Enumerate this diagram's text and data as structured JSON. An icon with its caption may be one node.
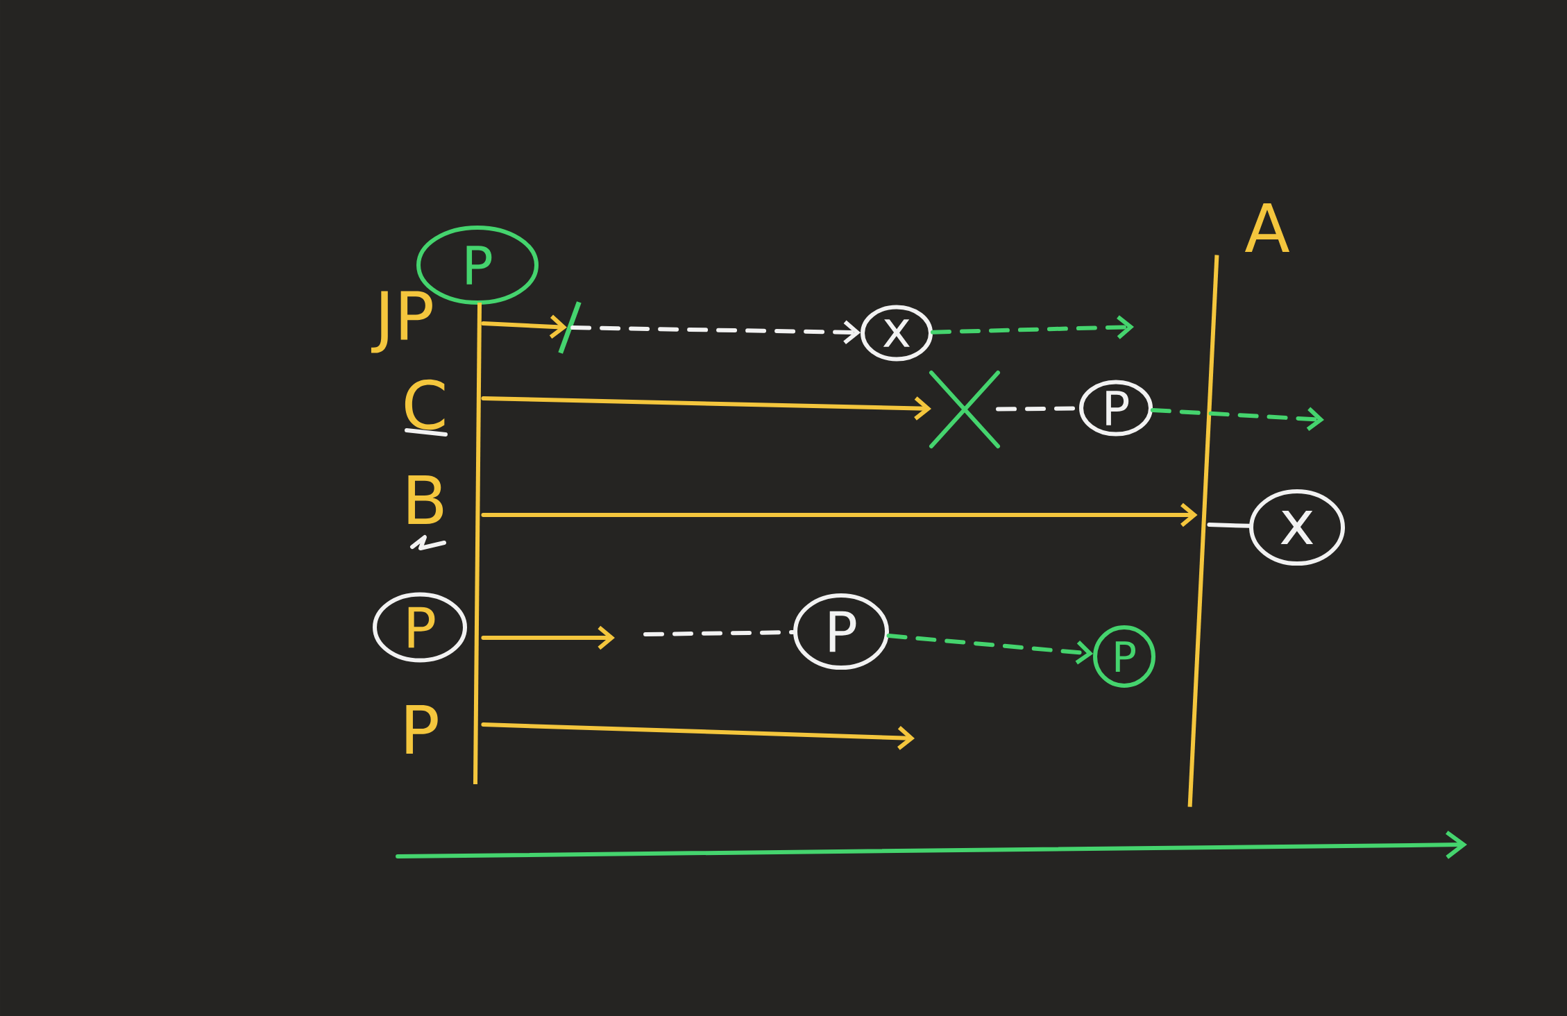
{
  "diagram": {
    "nodes": [
      {
        "text": [
          "P"
        ]
      },
      {
        "text": [],
        "shape": "bar"
      },
      {
        "text": [],
        "shape": "bar",
        "beside": [
          "A"
        ]
      },
      {
        "text": [],
        "shape": "bar"
      },
      {
        "text": [
          "x"
        ]
      },
      {
        "text": [],
        "shape": "cross"
      },
      {
        "text": [
          "P"
        ]
      },
      {
        "text": [
          "x"
        ]
      },
      {
        "text": [
          "P"
        ]
      },
      {
        "text": [
          "P"
        ]
      },
      {
        "text": [
          "P"
        ]
      }
    ],
    "edges": [
      {
        "from": 1,
        "to": 3,
        "arrow": "to"
      },
      {
        "from": 3,
        "to": 4,
        "arrow": "to",
        "style": "dashed",
        "color": "#f2f2f2"
      },
      {
        "from": 4,
        "to": null,
        "arrow": "to",
        "style": "dashed",
        "color": "#45d46e"
      },
      {
        "from": 1,
        "to": 5,
        "arrow": "to"
      },
      {
        "from": 5,
        "to": 6,
        "arrow": "none",
        "style": "dashed",
        "color": "#f2f2f2"
      },
      {
        "from": 6,
        "to": null,
        "arrow": "to",
        "style": "dashed",
        "color": "#45d46e"
      },
      {
        "from": 1,
        "to": 2,
        "arrow": "to"
      },
      {
        "from": 2,
        "to": 7,
        "arrow": "none",
        "color": "#f2f2f2"
      },
      {
        "from": 1,
        "to": null,
        "arrow": "to"
      },
      {
        "from": null,
        "to": 9,
        "arrow": "none",
        "style": "dashed",
        "color": "#f2f2f2"
      },
      {
        "from": 9,
        "to": 10,
        "arrow": "to",
        "style": "dashed",
        "color": "#45d46e"
      },
      {
        "from": 1,
        "to": null,
        "arrow": "to"
      }
    ],
    "labels": [
      "JP",
      "C",
      "B",
      "P"
    ]
  }
}
